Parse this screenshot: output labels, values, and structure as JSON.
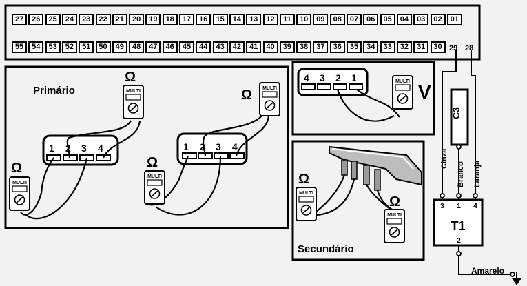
{
  "connector": {
    "top_row": [
      "27",
      "26",
      "25",
      "24",
      "23",
      "22",
      "21",
      "20",
      "19",
      "18",
      "17",
      "16",
      "15",
      "14",
      "13",
      "12",
      "11",
      "10",
      "09",
      "08",
      "07",
      "06",
      "05",
      "04",
      "03",
      "02",
      "01"
    ],
    "bottom_row": [
      "55",
      "54",
      "53",
      "52",
      "51",
      "50",
      "49",
      "48",
      "47",
      "46",
      "45",
      "44",
      "43",
      "42",
      "41",
      "40",
      "39",
      "38",
      "37",
      "36",
      "35",
      "34",
      "33",
      "32",
      "31",
      "30"
    ],
    "pin_29": "29",
    "pin_28": "28"
  },
  "symbols": {
    "ohm": "Ω",
    "volt": "V"
  },
  "multimeter_label": "MULTI",
  "panels": {
    "primario": {
      "title": "Primário",
      "pins": [
        "1",
        "2",
        "3",
        "4"
      ]
    },
    "top_right": {
      "pins": [
        "4",
        "3",
        "2",
        "1"
      ]
    },
    "secundario": {
      "title": "Secundário"
    }
  },
  "component_c3": "C3",
  "component_t1": {
    "label": "T1",
    "pins": [
      "3",
      "1",
      "4",
      "2"
    ]
  },
  "wires": {
    "cinza": "Cinza",
    "branco": "Branco",
    "laranja": "Laranja",
    "amarelo": "Amarelo"
  },
  "colors": {
    "background": "#f2f2f2",
    "line": "#000000",
    "box": "#ffffff"
  }
}
